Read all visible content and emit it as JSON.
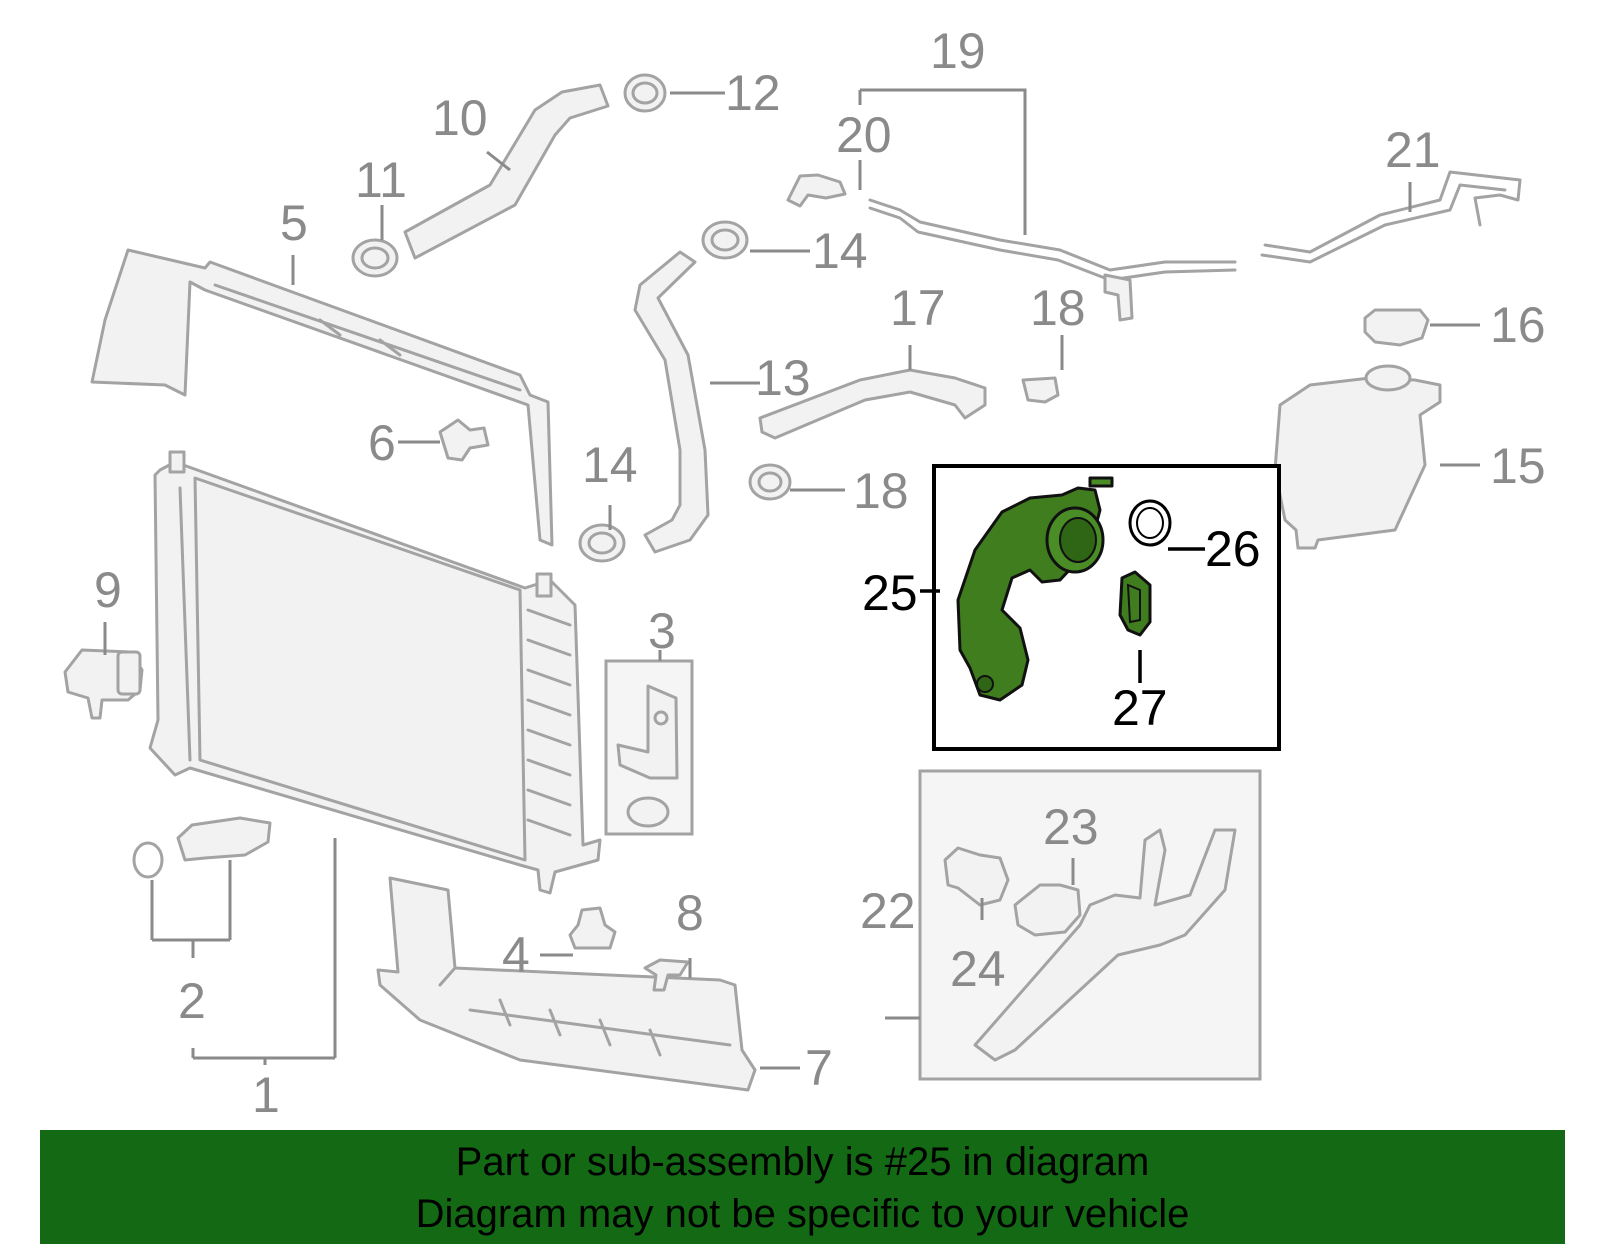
{
  "highlight_color": "#3f7d1f",
  "banner_color": "#146a14",
  "callouts": {
    "c1": "1",
    "c2": "2",
    "c3": "3",
    "c4": "4",
    "c5": "5",
    "c6": "6",
    "c7": "7",
    "c8": "8",
    "c9": "9",
    "c10": "10",
    "c11": "11",
    "c12": "12",
    "c13": "13",
    "c14a": "14",
    "c14b": "14",
    "c15": "15",
    "c16": "16",
    "c17": "17",
    "c18a": "18",
    "c18b": "18",
    "c19": "19",
    "c20": "20",
    "c21": "21",
    "c22": "22",
    "c23": "23",
    "c24": "24",
    "c25": "25",
    "c26": "26",
    "c27": "27"
  },
  "banner": {
    "line1": "Part or sub-assembly is #25 in diagram",
    "line2": "Diagram may not be specific to your vehicle"
  }
}
